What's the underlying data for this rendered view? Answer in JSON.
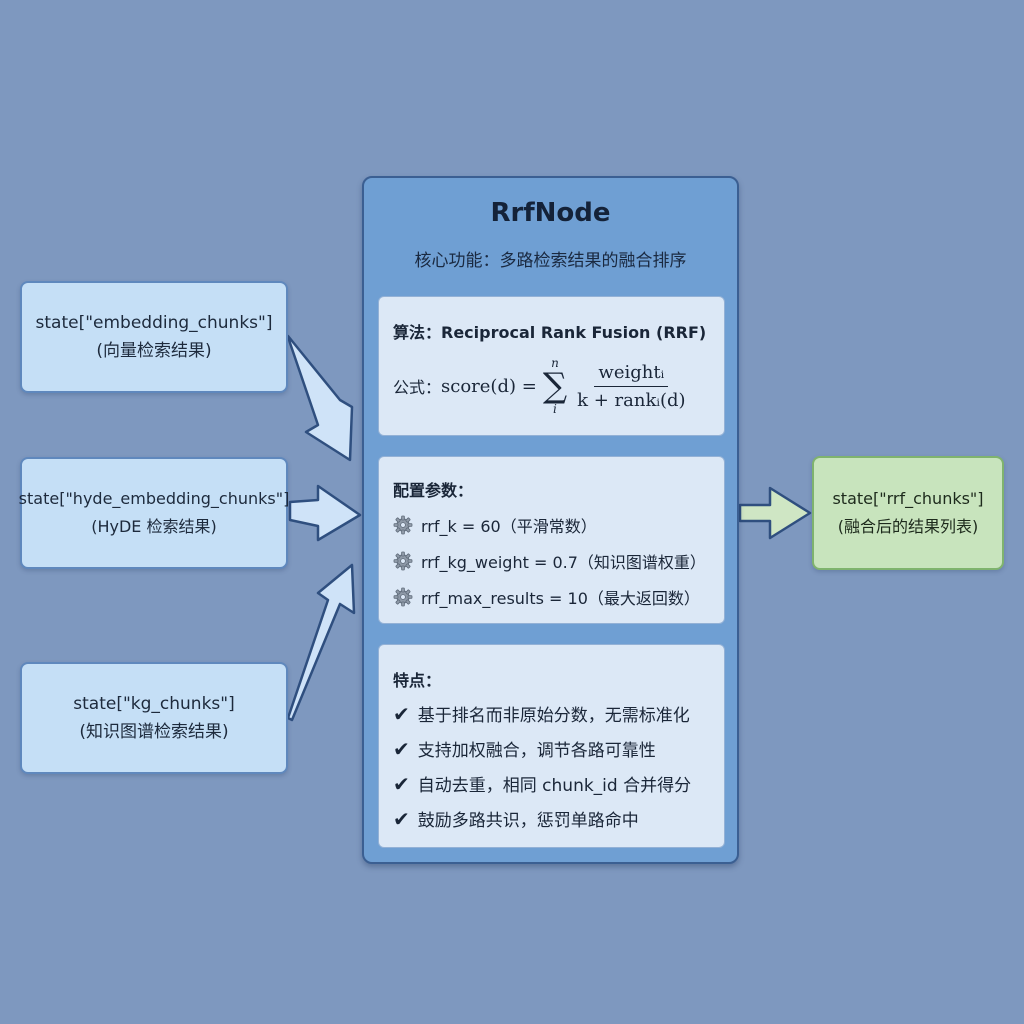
{
  "inputs": [
    {
      "line1": "state[\"embedding_chunks\"]",
      "line2": "(向量检索结果)"
    },
    {
      "line1": "state[\"hyde_embedding_chunks\"]",
      "line2": "(HyDE 检索结果)"
    },
    {
      "line1": "state[\"kg_chunks\"]",
      "line2": "(知识图谱检索结果)"
    }
  ],
  "node": {
    "title": "RrfNode",
    "subtitle": "核心功能：多路检索结果的融合排序",
    "algorithm": {
      "heading": "算法：Reciprocal Rank Fusion (RRF)",
      "formula_label": "公式：",
      "formula_lhs": "score(d) =",
      "sum_upper": "n",
      "sum_lower": "i",
      "numerator": "weightᵢ",
      "denominator": "k + rankᵢ(d)"
    },
    "config": {
      "heading": "配置参数：",
      "items": [
        "rrf_k = 60（平滑常数）",
        "rrf_kg_weight = 0.7（知识图谱权重）",
        "rrf_max_results = 10（最大返回数）"
      ],
      "icon": "gear-icon"
    },
    "features": {
      "heading": "特点：",
      "items": [
        "基于排名而非原始分数，无需标准化",
        "支持加权融合，调节各路可靠性",
        "自动去重，相同 chunk_id 合并得分",
        "鼓励多路共识，惩罚单路命中"
      ],
      "icon": "checkmark-icon"
    }
  },
  "output": {
    "line1": "state[\"rrf_chunks\"]",
    "line2": "(融合后的结果列表)"
  },
  "colors": {
    "background": "#7e98bf",
    "input_fill": "#c5dff6",
    "node_fill": "#6f9fd3",
    "panel_fill": "#dce8f6",
    "output_fill": "#c8e4bd",
    "arrow_fill": "#cfe3f8",
    "output_arrow_fill": "#cfe6c4"
  }
}
